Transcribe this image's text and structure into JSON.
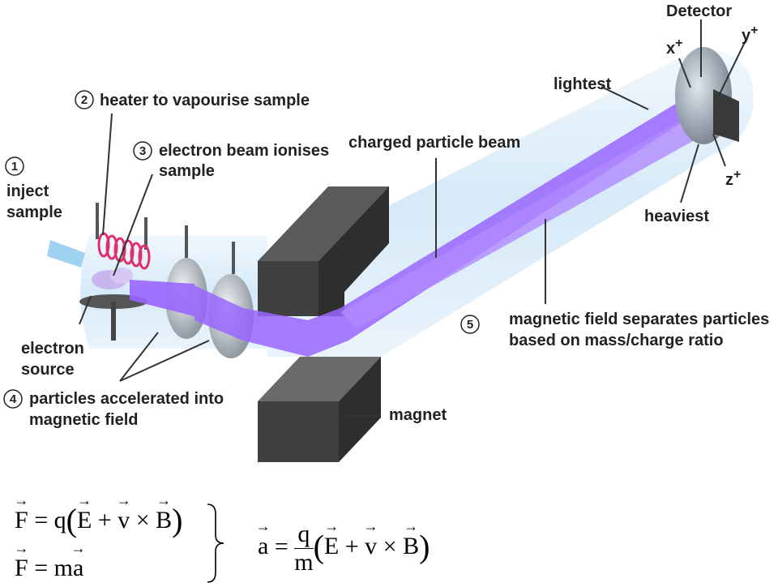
{
  "labels": {
    "detector": "Detector",
    "x_plus": "x",
    "y_plus": "y",
    "z_plus": "z",
    "plus": "+",
    "lightest": "lightest",
    "heaviest": "heaviest",
    "heater_line1": "heater to vapourise sample",
    "electron_beam_line1": "electron beam ionises",
    "electron_beam_line2": "sample",
    "inject_line1": "inject",
    "inject_line2": "sample",
    "charged_particle_beam": "charged particle beam",
    "electron_source_line1": "electron",
    "electron_source_line2": "source",
    "particles_line1": "particles accelerated into",
    "particles_line2": "magnetic field",
    "magnet": "magnet",
    "field_line1": "magnetic field separates particles",
    "field_line2": "based on mass/charge ratio"
  },
  "step_numbers": [
    "1",
    "2",
    "3",
    "4",
    "5"
  ],
  "equations": {
    "F": "F",
    "E": "E",
    "v": "v",
    "B": "B",
    "a": "a",
    "q": "q",
    "m": "m",
    "eq1_mid": " = q",
    "eq2_mid": " = m",
    "plus": "+",
    "times": "×",
    "equals": "="
  },
  "colors": {
    "beam": "#9966ff",
    "tube": "#cfe6f7",
    "magnet": "#3a3a3a",
    "coil": "#e0306a"
  }
}
